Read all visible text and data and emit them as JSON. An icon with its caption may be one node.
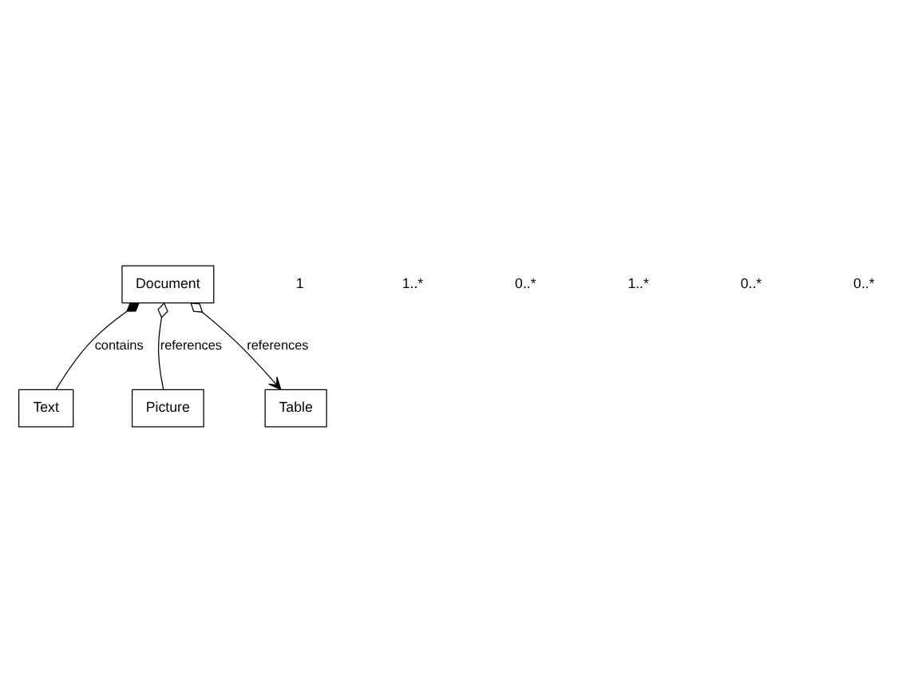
{
  "diagram": {
    "nodes": [
      {
        "text": [
          "Document"
        ]
      },
      {
        "text": [
          "Text"
        ]
      },
      {
        "text": [
          "Picture"
        ]
      },
      {
        "text": [
          "Table"
        ]
      }
    ],
    "edges": [
      {
        "from": 0,
        "to": 1,
        "arrow": "other",
        "label": "contains"
      },
      {
        "from": 0,
        "to": 2,
        "arrow": "other",
        "label": "references"
      },
      {
        "from": 0,
        "to": 3,
        "arrow": "to",
        "label": "references"
      }
    ],
    "labels": [
      "1",
      "1..*",
      "0..*",
      "1..*",
      "0..*",
      "0..*"
    ]
  }
}
